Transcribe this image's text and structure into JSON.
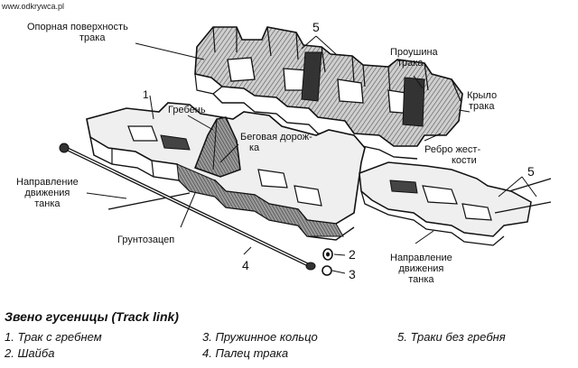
{
  "watermark": "www.odkrywca.pl",
  "labels": {
    "support_surface": [
      "Опорная поверхность",
      "трака"
    ],
    "lug": [
      "Проушина",
      "трака"
    ],
    "wing": [
      "Крыло",
      "трака"
    ],
    "rib": [
      "Ребро жест-",
      "кости"
    ],
    "crest": "Гребень",
    "track_path": [
      "Беговая дорож-",
      "ка"
    ],
    "move_dir_left": [
      "Направление",
      "движения",
      "танка"
    ],
    "grouser": "Грунтозацеп",
    "move_dir_right": [
      "Направление",
      "движения",
      "танка"
    ]
  },
  "callout_numbers": {
    "n5_top": "5",
    "n5_right": "5",
    "n1": "1",
    "n2": "2",
    "n3": "3",
    "n4": "4"
  },
  "caption": "Звено гусеницы (Track link)",
  "legend": [
    "1. Трак с гребнем",
    "2. Шайба",
    "3. Пружинное кольцо",
    "4. Палец трака",
    "5. Траки без гребня"
  ]
}
